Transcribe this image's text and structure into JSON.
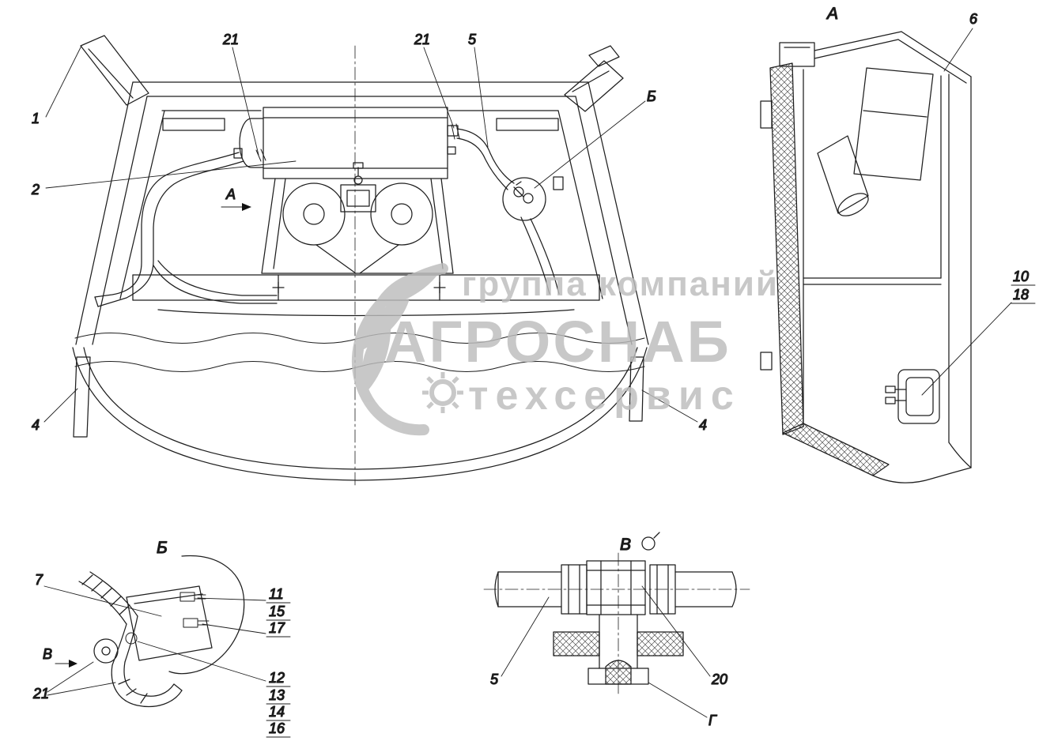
{
  "watermark": {
    "line1": "группа компаний",
    "line2": "АГРОСНАБ",
    "line3": "техсервис",
    "color": "#bdbdbd"
  },
  "main_view": {
    "section_label": "А",
    "callouts": {
      "n1": "1",
      "n2": "2",
      "n21_left": "21",
      "n21_right": "21",
      "n5": "5",
      "b": "Б",
      "n4_left": "4",
      "n4_right": "4"
    }
  },
  "view_a": {
    "title": "А",
    "callouts": {
      "n6": "6",
      "n10": "10",
      "n18": "18"
    }
  },
  "view_b": {
    "title": "Б",
    "view_arrow": "В",
    "callouts": {
      "n7": "7",
      "n11": "11",
      "n15": "15",
      "n17": "17",
      "n12": "12",
      "n13": "13",
      "n14": "14",
      "n16": "16",
      "n21": "21"
    }
  },
  "view_v": {
    "title": "В",
    "callouts": {
      "n5": "5",
      "n20": "20",
      "g": "Г"
    }
  }
}
